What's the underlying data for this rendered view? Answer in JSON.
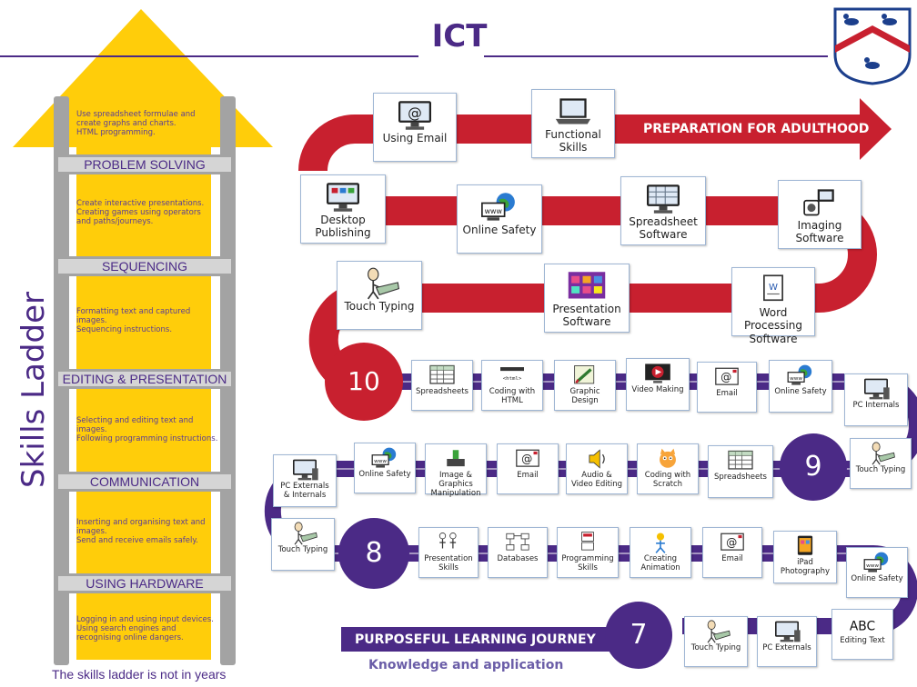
{
  "title": "ICT",
  "colors": {
    "purple": "#4b2a86",
    "red": "#c8202f",
    "yellow": "#ffcd0a",
    "grey": "#a3a3a3"
  },
  "ladder": {
    "vertical_label": "Skills Ladder",
    "footnote": "The skills ladder is not in years",
    "top_text": "Use spreadsheet formulae and\ncreate graphs and charts.\nHTML programming.",
    "levels": [
      {
        "name": "PROBLEM SOLVING",
        "text": "Create interactive presentations.\nCreating games using operators\nand paths/journeys."
      },
      {
        "name": "SEQUENCING",
        "text": "Formatting text and captured\nimages.\nSequencing instructions."
      },
      {
        "name": "EDITING & PRESENTATION",
        "text": "Selecting and editing text and\nimages.\nFollowing programming instructions."
      },
      {
        "name": "COMMUNICATION",
        "text": "Inserting and organising text and\nimages.\nSend and receive emails safely."
      },
      {
        "name": "USING HARDWARE",
        "text": "Logging in and using input devices.\nUsing search engines and\nrecognising online dangers."
      }
    ]
  },
  "journey": {
    "preparation_label": "PREPARATION FOR ADULTHOOD",
    "purposeful_label": "PURPOSEFUL LEARNING JOURNEY",
    "subtitle": "Knowledge and application",
    "years": {
      "y10": "10",
      "y9": "9",
      "y8": "8",
      "y7": "7"
    },
    "upper_cards": [
      {
        "id": "using-email",
        "label": "Using Email",
        "icon": "monitor-at-icon"
      },
      {
        "id": "functional-skills",
        "label": "Functional\nSkills",
        "icon": "laptop-icon"
      },
      {
        "id": "desktop-publishing",
        "label": "Desktop\nPublishing",
        "icon": "monitor-icon"
      },
      {
        "id": "online-safety-upper",
        "label": "Online Safety",
        "icon": "globe-www-icon"
      },
      {
        "id": "spreadsheet-software",
        "label": "Spreadsheet\nSoftware",
        "icon": "monitor-grid-icon"
      },
      {
        "id": "imaging-software",
        "label": "Imaging\nSoftware",
        "icon": "camera-computer-icon"
      },
      {
        "id": "touch-typing-upper",
        "label": "Touch Typing",
        "icon": "person-keyboard-icon"
      },
      {
        "id": "presentation-software",
        "label": "Presentation\nSoftware",
        "icon": "slides-icon"
      },
      {
        "id": "word-processing-software",
        "label": "Word\nProcessing\nSoftware",
        "icon": "document-icon"
      }
    ],
    "year10_cards": [
      {
        "id": "spreadsheets-10",
        "label": "Spreadsheets",
        "icon": "grid-icon"
      },
      {
        "id": "coding-html-10",
        "label": "Coding with\nHTML",
        "icon": "code-icon"
      },
      {
        "id": "graphic-design-10",
        "label": "Graphic\nDesign",
        "icon": "pencil-icon"
      },
      {
        "id": "video-making-10",
        "label": "Video Making",
        "icon": "video-icon"
      },
      {
        "id": "email-10",
        "label": "Email",
        "icon": "at-icon"
      },
      {
        "id": "online-safety-10",
        "label": "Online Safety",
        "icon": "globe-www-icon"
      },
      {
        "id": "pc-internals-10",
        "label": "PC Internals",
        "icon": "computer-icon"
      }
    ],
    "year9_cards": [
      {
        "id": "pc-externals-internals-9",
        "label": "PC Externals\n& Internals",
        "icon": "computer-icon"
      },
      {
        "id": "online-safety-9",
        "label": "Online Safety",
        "icon": "globe-www-icon"
      },
      {
        "id": "image-graphics-9",
        "label": "Image &\nGraphics\nManipulation",
        "icon": "printer-icon"
      },
      {
        "id": "email-9",
        "label": "Email",
        "icon": "at-icon"
      },
      {
        "id": "audio-video-9",
        "label": "Audio &\nVideo Editing",
        "icon": "speaker-icon"
      },
      {
        "id": "coding-scratch-9",
        "label": "Coding with\nScratch",
        "icon": "cat-icon"
      },
      {
        "id": "spreadsheets-9",
        "label": "Spreadsheets",
        "icon": "grid-icon"
      },
      {
        "id": "touch-typing-9",
        "label": "Touch Typing",
        "icon": "person-keyboard-icon"
      }
    ],
    "year8_cards": [
      {
        "id": "touch-typing-8",
        "label": "Touch Typing",
        "icon": "person-keyboard-icon"
      },
      {
        "id": "presentation-skills-8",
        "label": "Presentation\nSkills",
        "icon": "people-icon"
      },
      {
        "id": "databases-8",
        "label": "Databases",
        "icon": "database-icon"
      },
      {
        "id": "programming-skills-8",
        "label": "Programming\nSkills",
        "icon": "program-icon"
      },
      {
        "id": "creating-animation-8",
        "label": "Creating\nAnimation",
        "icon": "animation-icon"
      },
      {
        "id": "email-8",
        "label": "Email",
        "icon": "at-icon"
      },
      {
        "id": "ipad-photography-8",
        "label": "iPad\nPhotography",
        "icon": "tablet-icon"
      },
      {
        "id": "online-safety-8",
        "label": "Online Safety",
        "icon": "globe-www-icon"
      }
    ],
    "year7_cards": [
      {
        "id": "touch-typing-7",
        "label": "Touch Typing",
        "icon": "person-keyboard-icon"
      },
      {
        "id": "pc-externals-7",
        "label": "PC Externals",
        "icon": "computer-icon"
      },
      {
        "id": "editing-text-7",
        "label": "Editing Text",
        "icon": "abc-icon",
        "glyph": "ABC"
      }
    ]
  }
}
